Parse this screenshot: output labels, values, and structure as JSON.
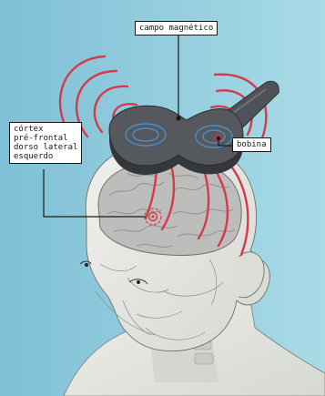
{
  "labels": {
    "magnetic_field": "campo magnético",
    "coil": "bobina",
    "cortex": "córtex\npré-frontal\ndorso lateral\nesquerdo"
  },
  "colors": {
    "background": "#8ec9dc",
    "field_lines": "#d63a4a",
    "coil": "#4f5257",
    "coil_dark": "#34373b",
    "coil_rings": "#4b8fc7",
    "skin": "#e3e4df",
    "brain": "#bdbdbb"
  },
  "icons": [
    "target-icon"
  ]
}
